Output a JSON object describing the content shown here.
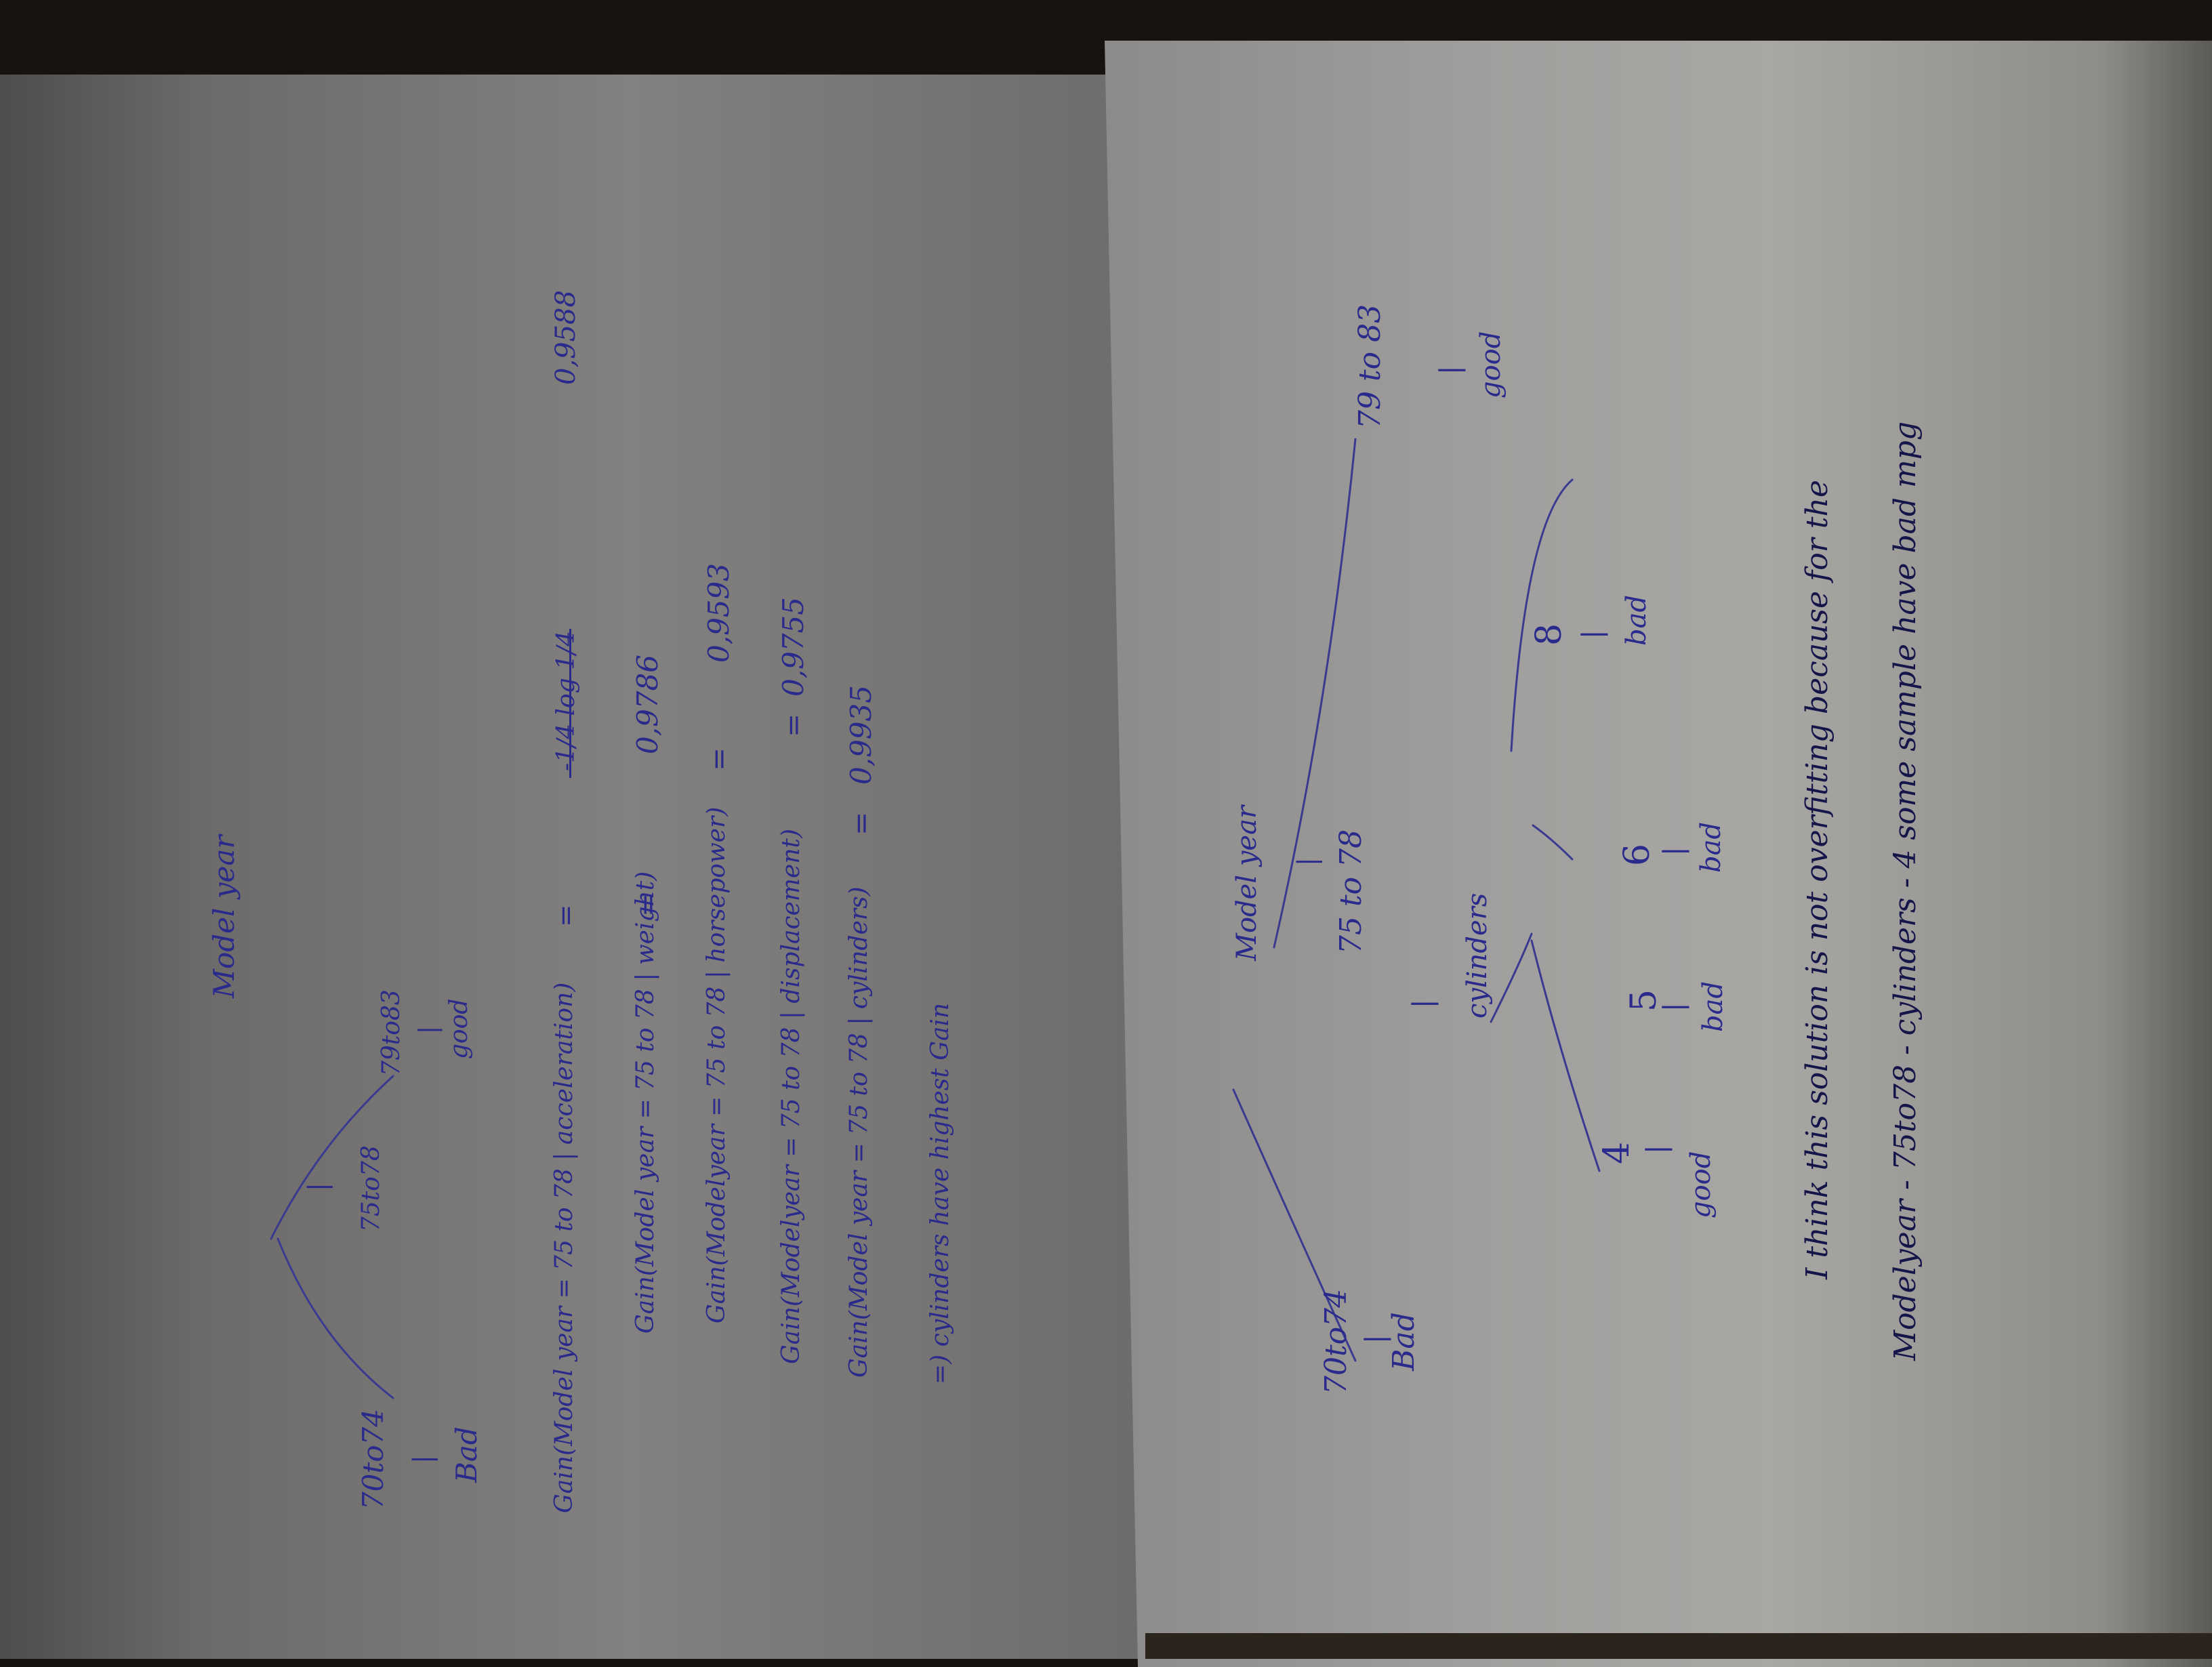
{
  "tree1": {
    "root": "Model year",
    "left_branch": "70to74",
    "left_leaf": "Bad",
    "mid_branch": "75to78",
    "right_branch": "79to83",
    "right_leaf": "good",
    "tick": "|"
  },
  "gains": [
    {
      "label": "Gain(Model year = 75 to 78 | acceleration)",
      "eq": "=",
      "struck": "-1/4 log 1/4",
      "value": "0,9588"
    },
    {
      "label": "Gain(Model year = 75 to 78 | weight)",
      "eq": "=",
      "value": "0,9786"
    },
    {
      "label": "Gain(Modelyear = 75 to 78 | horsepower)",
      "eq": "=",
      "value": "0,9593"
    },
    {
      "label": "Gain(Modelyear = 75 to 78 | displacement)",
      "eq": "=",
      "value": "0,9755"
    },
    {
      "label": "Gain(Model year = 75 to 78 | cylinders)",
      "eq": "=",
      "value": "0,9935"
    }
  ],
  "conclusion": "=) cylinders have highest Gain",
  "tree2": {
    "root": "Model year",
    "left_branch": "70to74",
    "left_leaf": "Bad",
    "mid_branch": "75 to 78",
    "right_branch": "79 to 83",
    "right_leaf": "good",
    "sub_root": "cylinders",
    "sub_values": [
      "4",
      "5",
      "6",
      "8"
    ],
    "sub_leaves": [
      "good",
      "bad",
      "bad",
      "bad"
    ],
    "tick": "|"
  },
  "note_line1": "I think this solution is not overfitting because for the",
  "note_line2": "Modelyear - 75to78 - cylinders - 4 some sample have bad mpg"
}
